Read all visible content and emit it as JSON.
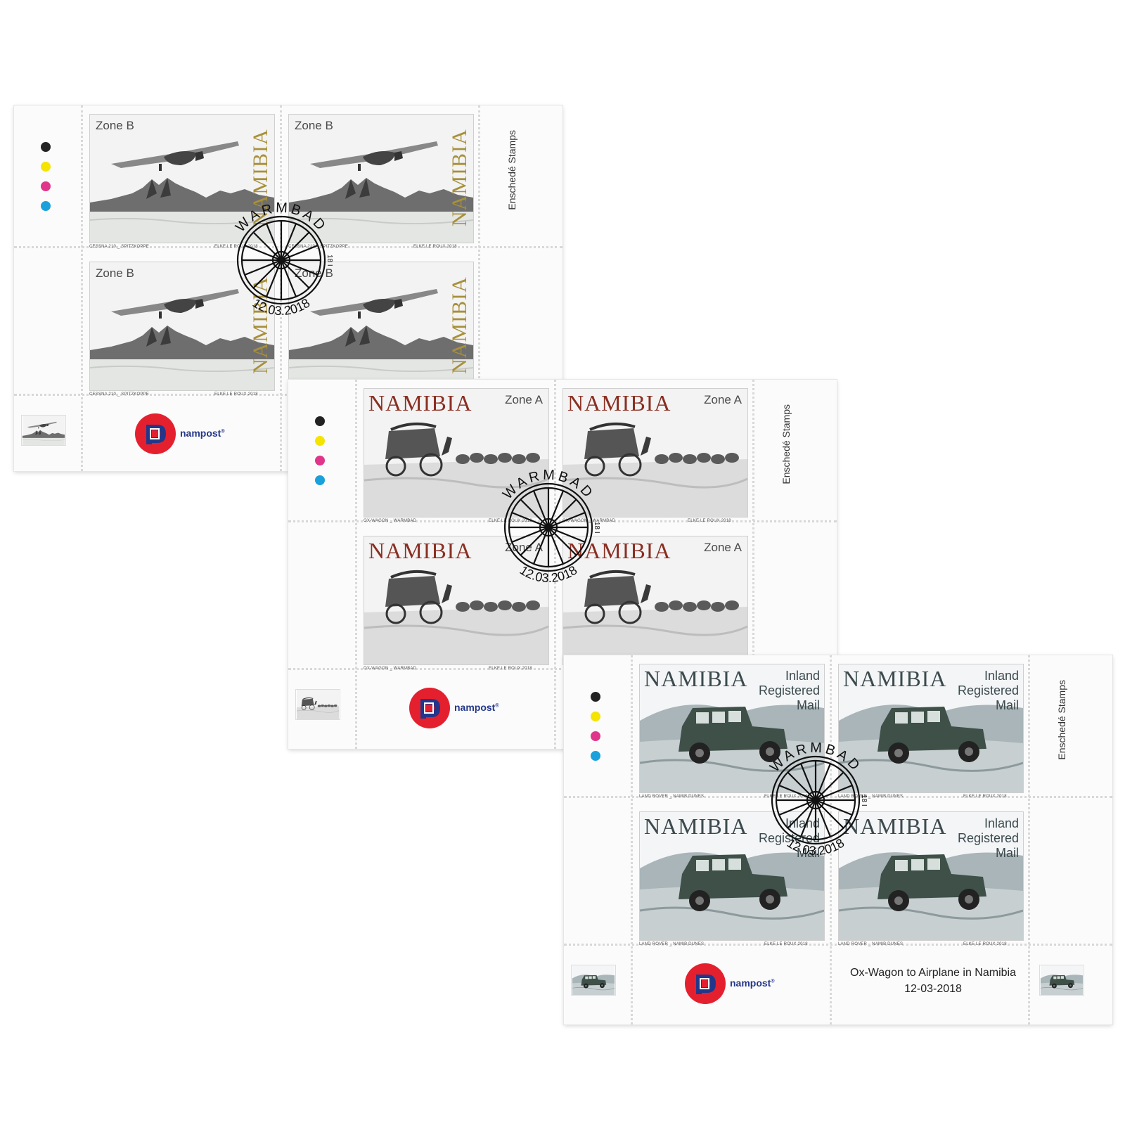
{
  "colors": {
    "black": "#222222",
    "yellow": "#f5e300",
    "magenta": "#e0358a",
    "cyan": "#1aa1db",
    "nampost_red": "#e4202f",
    "nampost_navy": "#23378a",
    "gold_text": "#a8903a",
    "red_brown_text": "#8a2f22",
    "slate_text": "#3c4a4e"
  },
  "cancellation": {
    "town": "WARMBAD",
    "date": "12.03.2018",
    "code": "18 I"
  },
  "sheets": [
    {
      "zone": "Zone B",
      "country": "NAMIBIA",
      "subject_caption": "CESSNA 210 _ SPITZKOPPE",
      "artist_caption": "ELKE LE ROUX 2018",
      "printer": "Enschedé Stamps",
      "brand": "nampost",
      "registered": "®"
    },
    {
      "zone": "Zone A",
      "country": "NAMIBIA",
      "subject_caption": "OX-WAGON _ WARMBAD",
      "artist_caption": "ELKE LE ROUX 2018",
      "printer": "Enschedé Stamps",
      "brand": "nampost",
      "registered": "®"
    },
    {
      "country": "NAMIBIA",
      "inland_lines": [
        "Inland",
        "Registered",
        "Mail"
      ],
      "subject_caption": "LAND ROVER _ NAMIB DUNES",
      "artist_caption": "ELKE LE ROUX 2018",
      "printer": "Enschedé Stamps",
      "brand": "nampost",
      "registered": "®",
      "caption_title": "Ox-Wagon to Airplane in Namibia",
      "caption_date": "12-03-2018"
    }
  ]
}
